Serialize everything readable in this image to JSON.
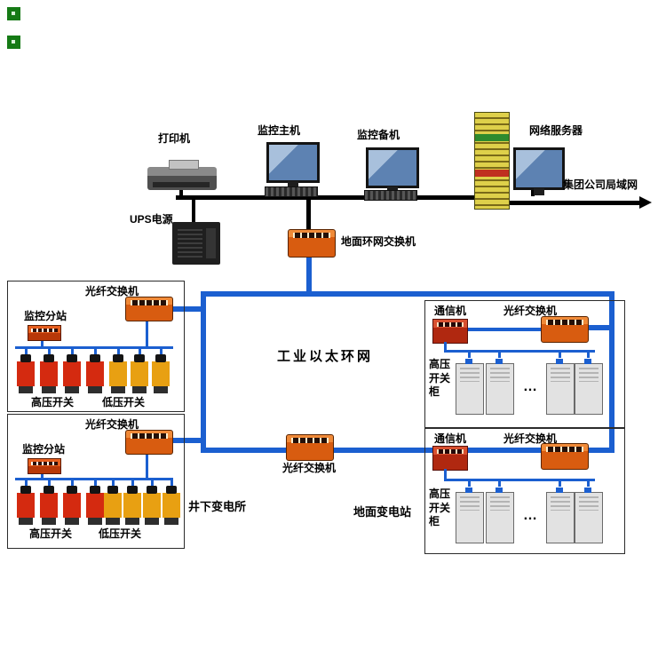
{
  "colors": {
    "ring_blue": "#1b5fd0",
    "switch_orange": "#d85c10",
    "hv_red": "#d42a10",
    "lv_orange": "#e8a012"
  },
  "top": {
    "printer_label": "打印机",
    "host_label": "监控主机",
    "backup_label": "监控备机",
    "server_label": "网络服务器",
    "lan_label": "集团公司局域网",
    "ups_label": "UPS电源",
    "ground_switch_label": "地面环网交换机"
  },
  "ring": {
    "title": "工业以太环网",
    "bottom_switch_label": "光纤交换机"
  },
  "left_top": {
    "fiber_switch_label": "光纤交换机",
    "substation_label": "监控分站",
    "hv_label": "高压开关",
    "lv_label": "低压开关"
  },
  "left_bottom": {
    "fiber_switch_label": "光纤交换机",
    "substation_label": "监控分站",
    "hv_label": "高压开关",
    "lv_label": "低压开关",
    "caption": "井下变电所"
  },
  "right_top": {
    "comm_label": "通信机",
    "fiber_switch_label": "光纤交换机",
    "cabinet_label": "高压开关柜",
    "ellipsis": "…"
  },
  "right_bottom": {
    "comm_label": "通信机",
    "fiber_switch_label": "光纤交换机",
    "cabinet_label": "高压开关柜",
    "ellipsis": "…",
    "caption": "地面变电站"
  }
}
